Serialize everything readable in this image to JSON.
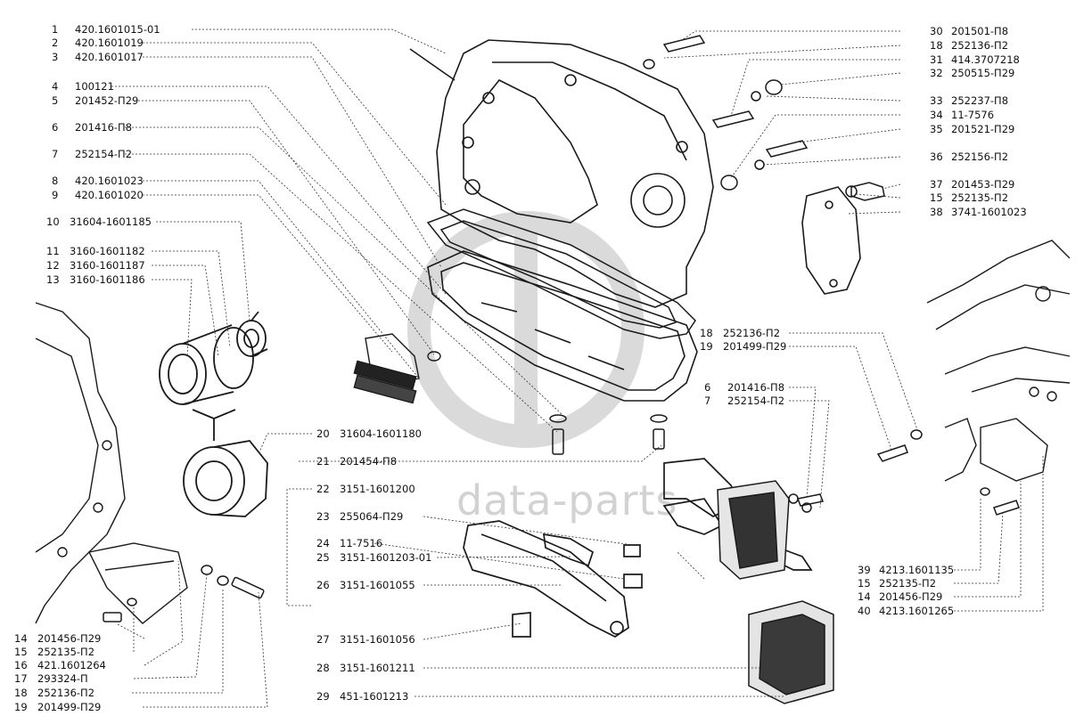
{
  "watermark": {
    "text": "data-parts"
  },
  "colors": {
    "ink": "#1a1a1a",
    "watermark": "#d0d0d0",
    "background": "#ffffff"
  },
  "callouts": [
    {
      "num": "1",
      "code": "420.1601015-01"
    },
    {
      "num": "2",
      "code": "420.1601019"
    },
    {
      "num": "3",
      "code": "420.1601017"
    },
    {
      "num": "4",
      "code": "100121"
    },
    {
      "num": "5",
      "code": "201452-П29"
    },
    {
      "num": "6",
      "code": "201416-П8"
    },
    {
      "num": "7",
      "code": "252154-П2"
    },
    {
      "num": "8",
      "code": "420.1601023"
    },
    {
      "num": "9",
      "code": "420.1601020"
    },
    {
      "num": "10",
      "code": "31604-1601185"
    },
    {
      "num": "11",
      "code": "3160-1601182"
    },
    {
      "num": "12",
      "code": "3160-1601187"
    },
    {
      "num": "13",
      "code": "3160-1601186"
    },
    {
      "num": "14",
      "code": "201456-П29"
    },
    {
      "num": "15",
      "code": "252135-П2"
    },
    {
      "num": "16",
      "code": "421.1601264"
    },
    {
      "num": "17",
      "code": "293324-П"
    },
    {
      "num": "18",
      "code": "252136-П2"
    },
    {
      "num": "19",
      "code": "201499-П29"
    },
    {
      "num": "20",
      "code": "31604-1601180"
    },
    {
      "num": "21",
      "code": "201454-П8"
    },
    {
      "num": "22",
      "code": "3151-1601200"
    },
    {
      "num": "23",
      "code": "255064-П29"
    },
    {
      "num": "24",
      "code": "11-7516"
    },
    {
      "num": "25",
      "code": "3151-1601203-01"
    },
    {
      "num": "26",
      "code": "3151-1601055"
    },
    {
      "num": "27",
      "code": "3151-1601056"
    },
    {
      "num": "28",
      "code": "3151-1601211"
    },
    {
      "num": "29",
      "code": "451-1601213"
    },
    {
      "num": "18",
      "code": "252136-П2"
    },
    {
      "num": "19",
      "code": "201499-П29"
    },
    {
      "num": "6",
      "code": "201416-П8"
    },
    {
      "num": "7",
      "code": "252154-П2"
    },
    {
      "num": "30",
      "code": "201501-П8"
    },
    {
      "num": "18",
      "code": "252136-П2"
    },
    {
      "num": "31",
      "code": "414.3707218"
    },
    {
      "num": "32",
      "code": "250515-П29"
    },
    {
      "num": "33",
      "code": "252237-П8"
    },
    {
      "num": "34",
      "code": "11-7576"
    },
    {
      "num": "35",
      "code": "201521-П29"
    },
    {
      "num": "36",
      "code": "252156-П2"
    },
    {
      "num": "37",
      "code": "201453-П29"
    },
    {
      "num": "15",
      "code": "252135-П2"
    },
    {
      "num": "38",
      "code": "3741-1601023"
    },
    {
      "num": "39",
      "code": "4213.1601135"
    },
    {
      "num": "15",
      "code": "252135-П2"
    },
    {
      "num": "14",
      "code": "201456-П29"
    },
    {
      "num": "40",
      "code": "4213.1601265"
    }
  ]
}
